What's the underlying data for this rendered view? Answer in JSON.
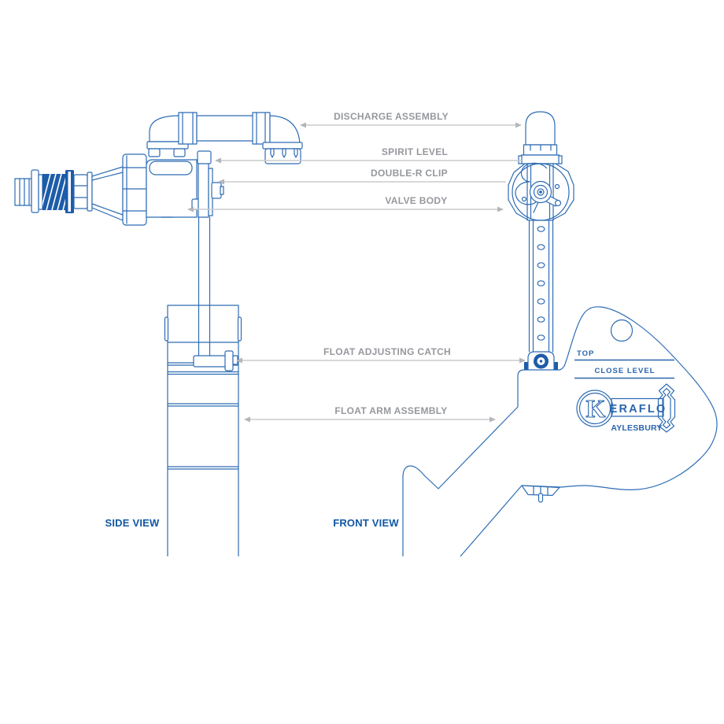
{
  "callouts": [
    {
      "id": "discharge-assembly",
      "label": "DISCHARGE ASSEMBLY"
    },
    {
      "id": "spirit-level",
      "label": "SPIRIT LEVEL"
    },
    {
      "id": "double-r-clip",
      "label": "DOUBLE-R CLIP"
    },
    {
      "id": "valve-body",
      "label": "VALVE BODY"
    },
    {
      "id": "float-adjusting-catch",
      "label": "FLOAT ADJUSTING CATCH"
    },
    {
      "id": "float-arm-assembly",
      "label": "FLOAT ARM ASSEMBLY"
    }
  ],
  "views": {
    "side": "SIDE VIEW",
    "front": "FRONT VIEW"
  },
  "float_markings": {
    "top": "TOP",
    "close_level": "CLOSE LEVEL"
  },
  "logo": {
    "initial": "K",
    "rest": "ERAFLO",
    "city": "AYLESBURY"
  },
  "colors": {
    "line_blue": "#2e6cb4",
    "dark_blue": "#1d5ca9",
    "logo_blue": "#2a65ad",
    "title_blue": "#1057a5",
    "label_gray": "#96989d",
    "arrow_gray": "#b3b6b9",
    "line_gray": "#c9cbcd",
    "background": "#ffffff"
  }
}
